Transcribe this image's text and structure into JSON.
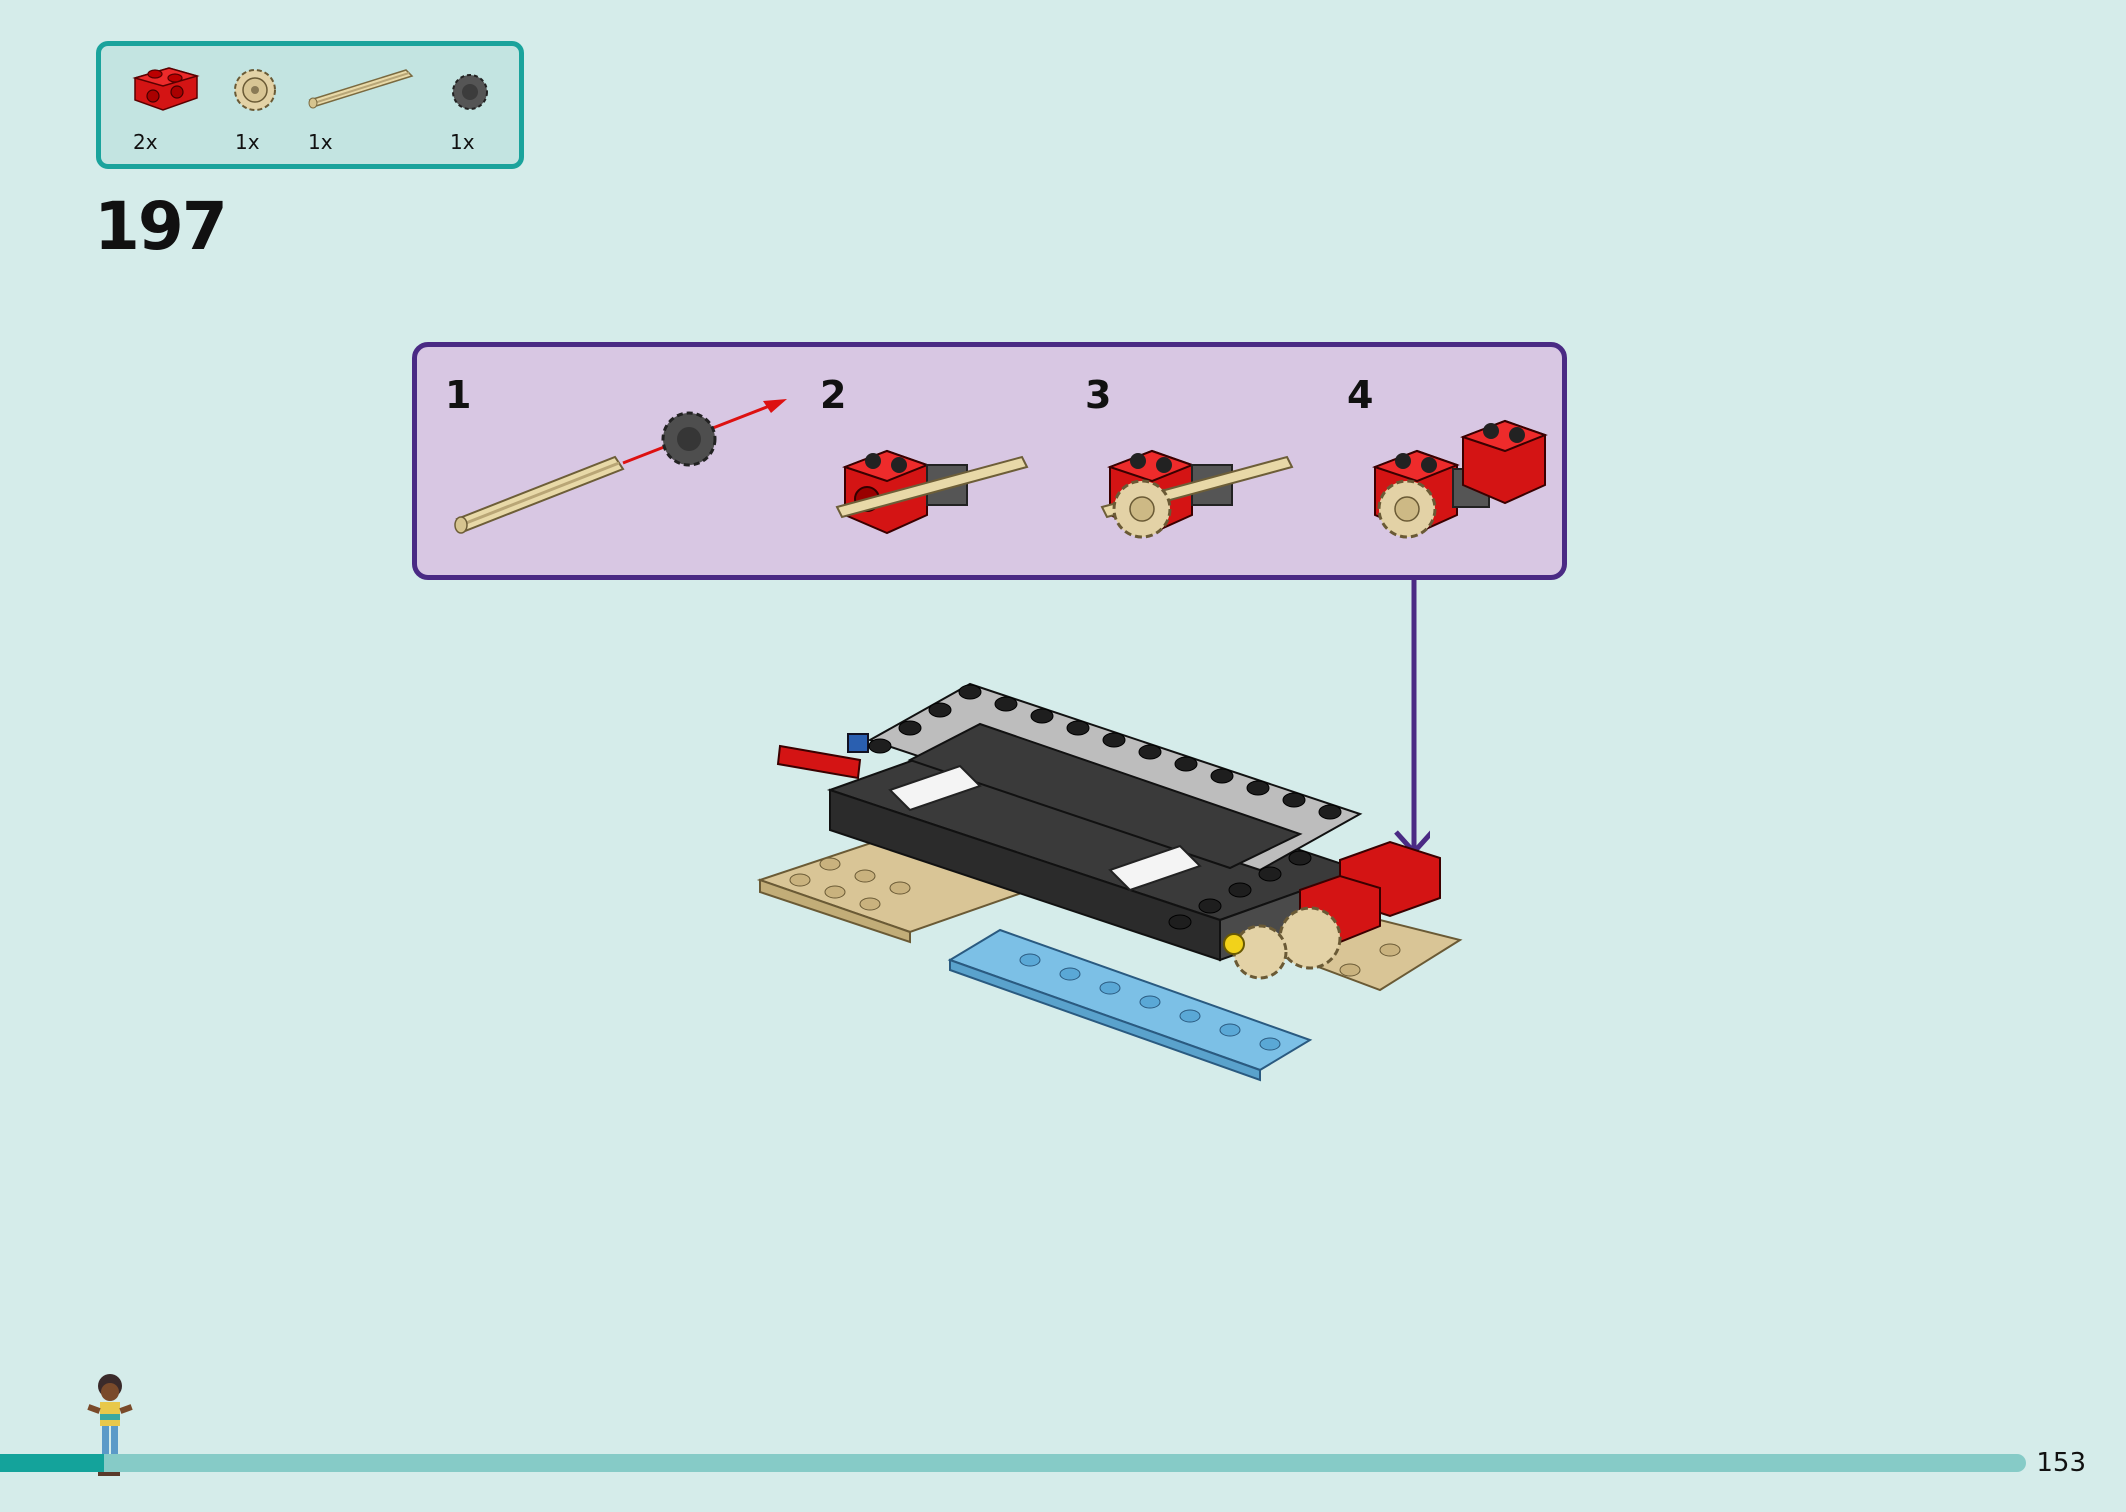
{
  "parts_list": {
    "items": [
      {
        "icon": "red-technic-brick-icon",
        "qty": "2x"
      },
      {
        "icon": "tan-gear-icon",
        "qty": "1x"
      },
      {
        "icon": "tan-axle-icon",
        "qty": "1x"
      },
      {
        "icon": "dark-gray-bush-icon",
        "qty": "1x"
      }
    ]
  },
  "step_number": "197",
  "sub_steps": [
    "1",
    "2",
    "3",
    "4"
  ],
  "progress": {
    "fraction": 0.05
  },
  "page_number": "153",
  "colors": {
    "background": "#d5ecea",
    "parts_border": "#1aa39c",
    "substep_border": "#4a2a84",
    "substep_bg": "#d8c7e3",
    "progress_fill": "#14a39b",
    "progress_track": "#86cbc7"
  }
}
